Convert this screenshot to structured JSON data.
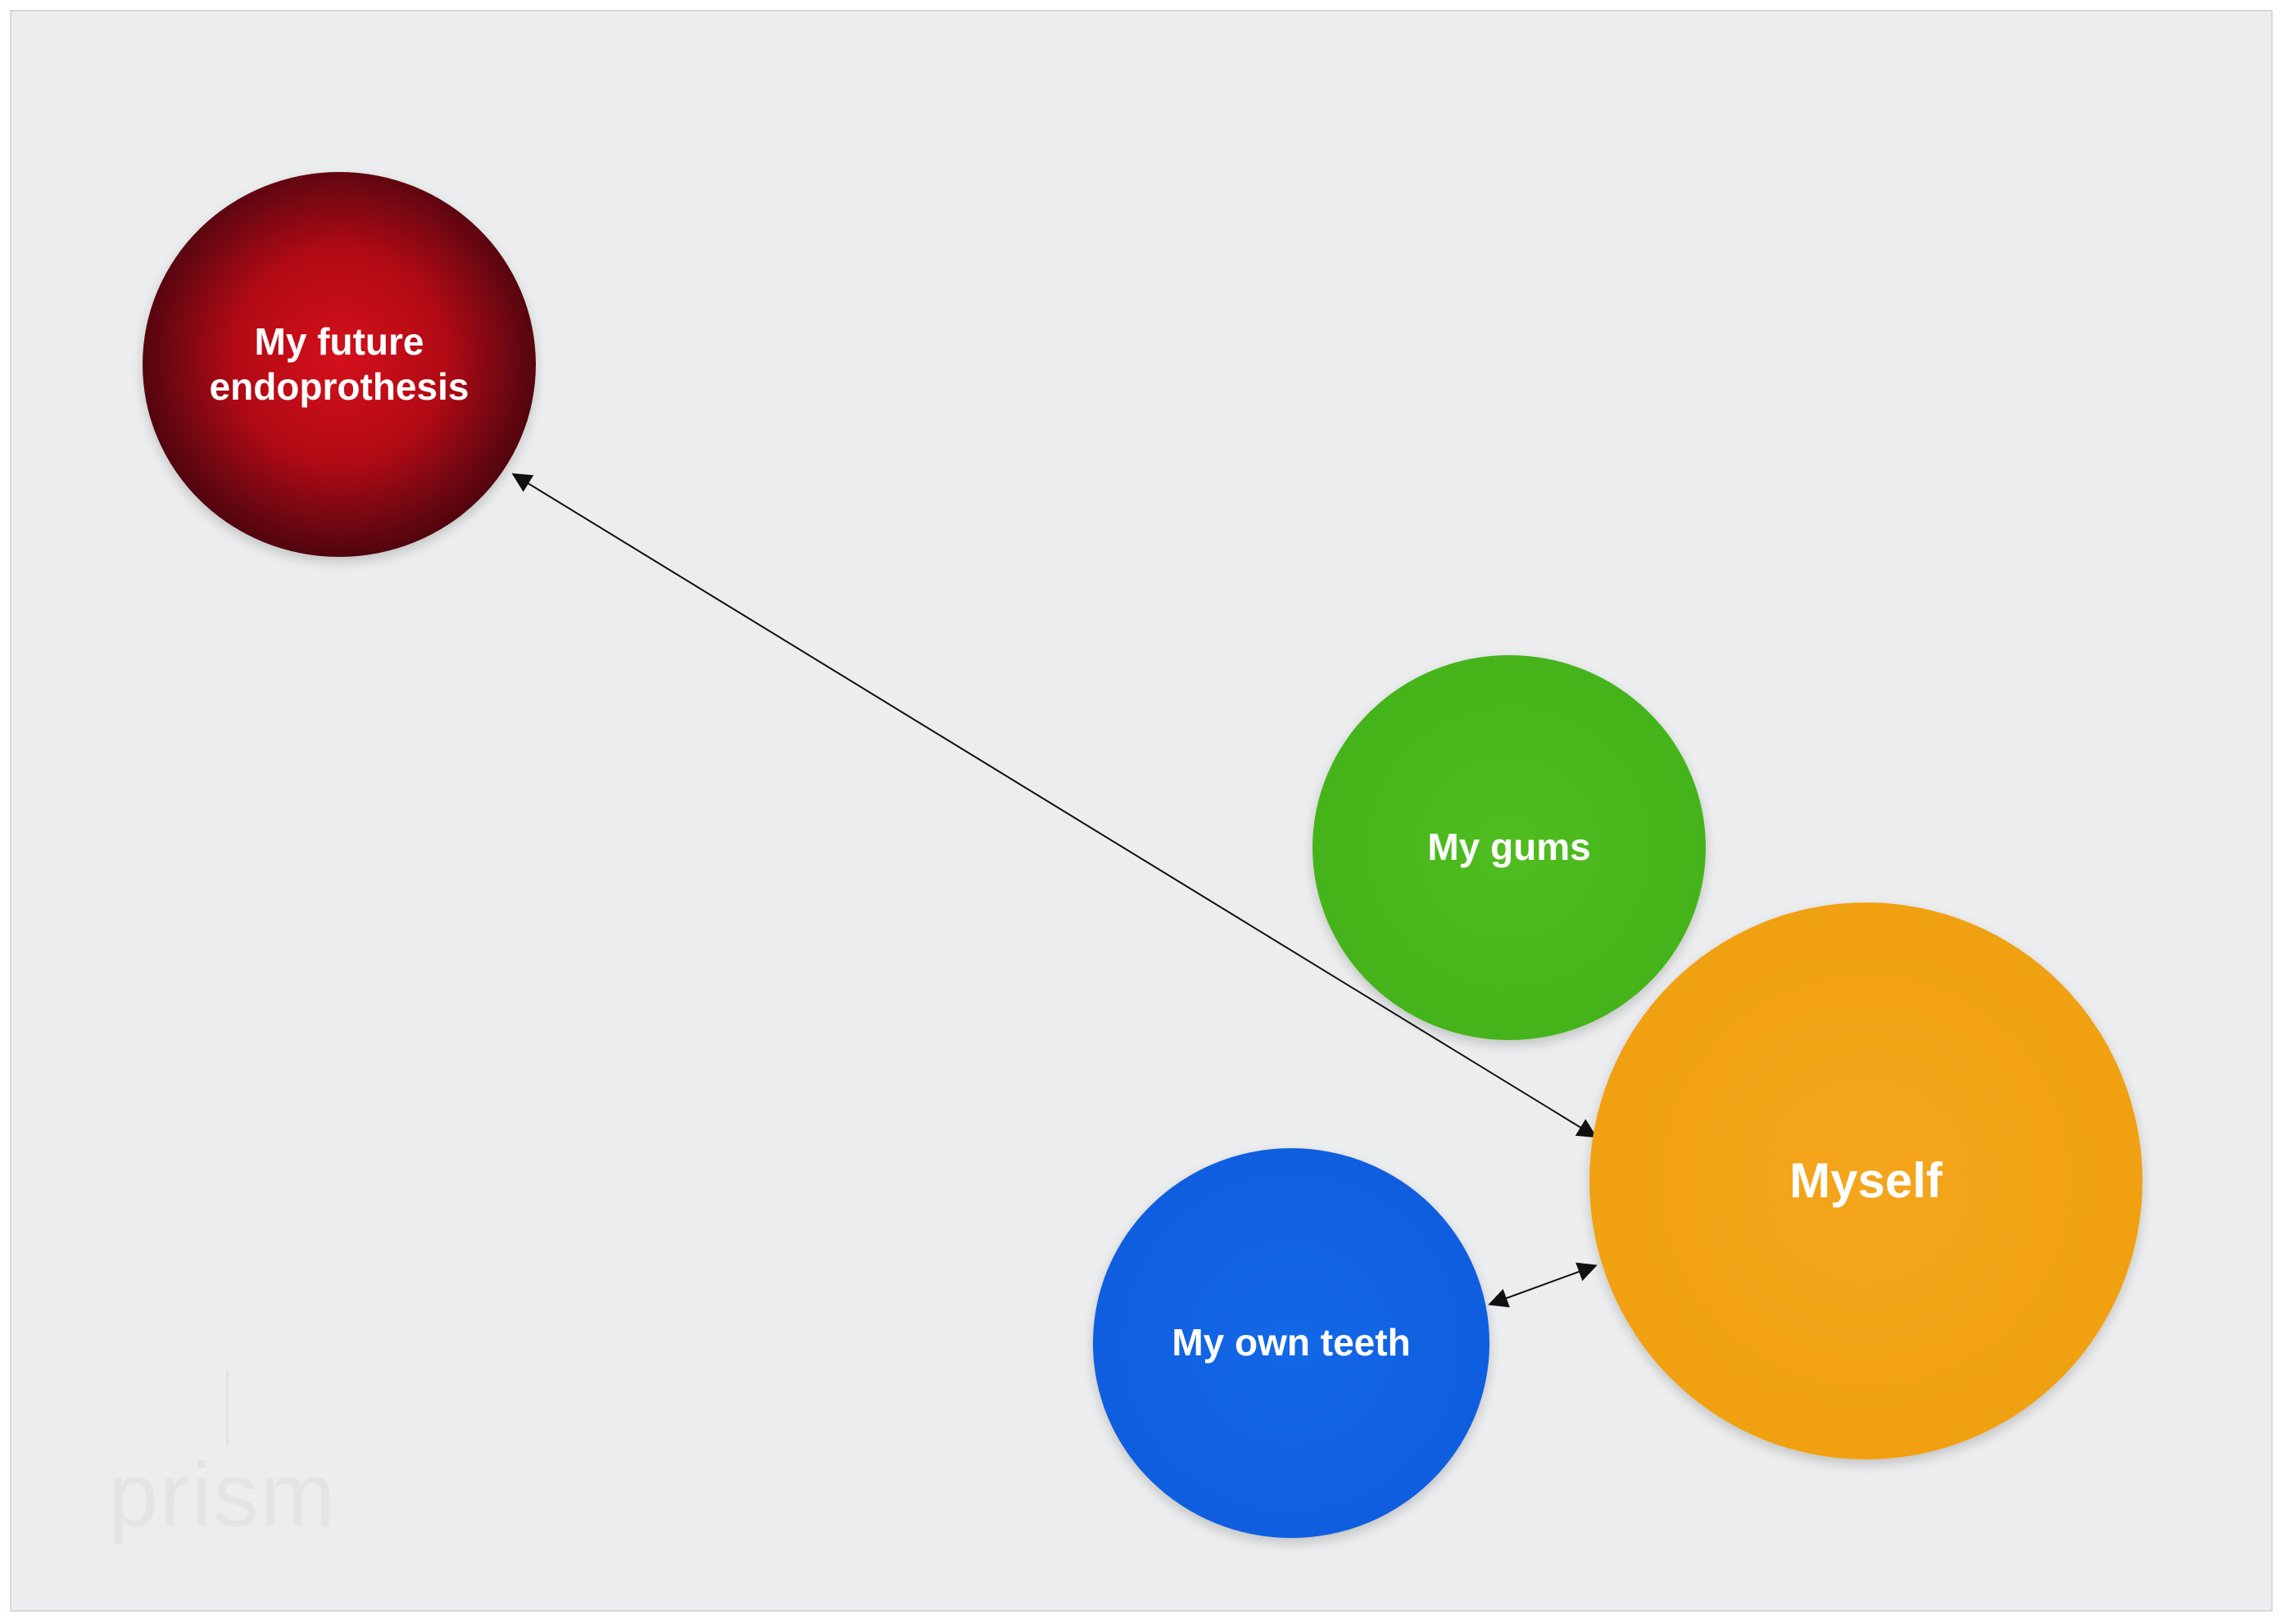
{
  "diagram": {
    "nodes": [
      {
        "id": "future-endoprothesis",
        "label": "My future endoprothesis",
        "color": "#b10a14"
      },
      {
        "id": "gums",
        "label": "My gums",
        "color": "#45b41a"
      },
      {
        "id": "myself",
        "label": "Myself",
        "color": "#f0a00f"
      },
      {
        "id": "own-teeth",
        "label": "My own teeth",
        "color": "#0f5ee0"
      }
    ],
    "edges": [
      {
        "from": "future-endoprothesis",
        "to": "myself",
        "bidirectional": true
      },
      {
        "from": "own-teeth",
        "to": "myself",
        "bidirectional": true
      }
    ],
    "watermark": "prism"
  }
}
